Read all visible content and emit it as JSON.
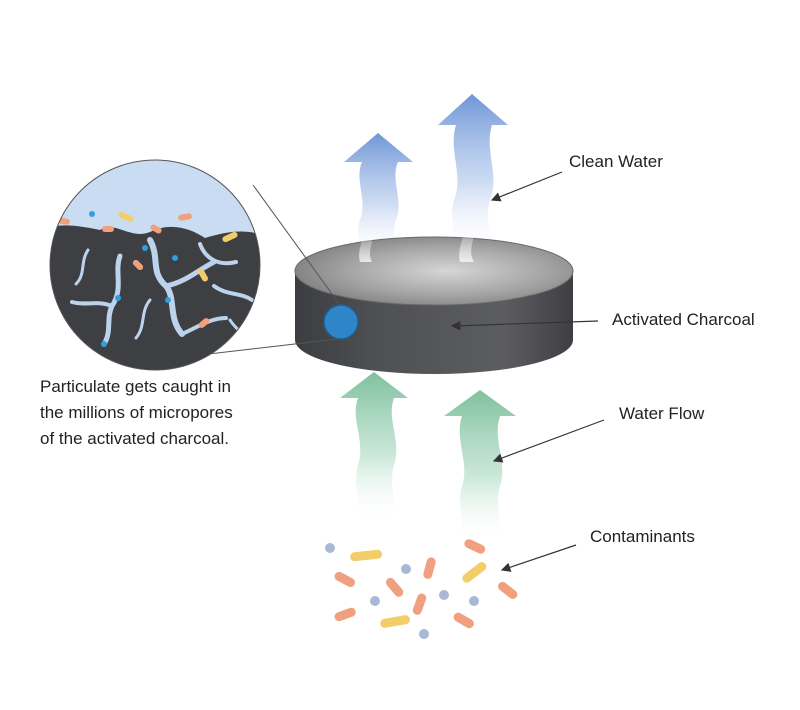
{
  "labels": {
    "clean_water": "Clean Water",
    "activated_charcoal": "Activated Charcoal",
    "water_flow": "Water Flow",
    "contaminants": "Contaminants"
  },
  "caption": {
    "line1": "Particulate gets caught in",
    "line2": "the millions of micropores",
    "line3": "of the activated charcoal."
  },
  "colors": {
    "clean_water": "#8fb0e0",
    "water_flow": "#8fc8ac",
    "charcoal": "#4a4b4f",
    "charcoal_top": "#aaaaaa",
    "magnifier_bg": "#c8dcf2",
    "dot_blue": "#2f9fe0",
    "dot_gray": "#a9b8d6",
    "particle_orange": "#f0a07e",
    "particle_yellow": "#f2cd6a"
  }
}
